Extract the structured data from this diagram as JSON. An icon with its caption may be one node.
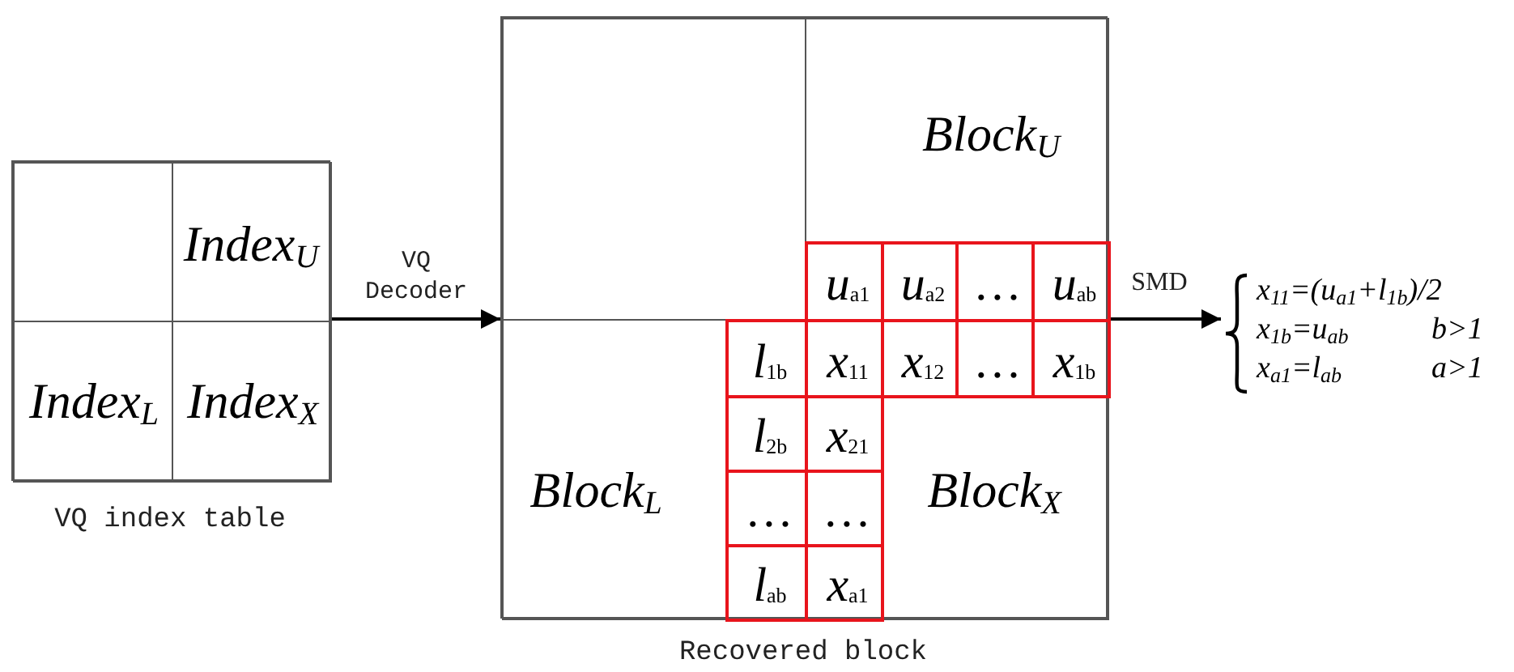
{
  "diagram": {
    "nodes": [
      {
        "text": [],
        "shape": "box",
        "beside": [
          "VQ index table"
        ]
      },
      {
        "text": [],
        "shape": "box",
        "in": 0
      },
      {
        "text": [
          "Index$_{U}$"
        ],
        "in": 0
      },
      {
        "text": [
          "Index$_{L}$"
        ],
        "in": 0
      },
      {
        "text": [
          "Index$_{X}$"
        ],
        "in": 0
      },
      {
        "text": [],
        "shape": "box",
        "beside": [
          "Recovered block"
        ]
      },
      {
        "text": [],
        "shape": "box",
        "in": 5
      },
      {
        "text": [
          "Block$_{U}$"
        ],
        "in": 5
      },
      {
        "text": [
          "u$_{a1}$"
        ],
        "in": 7
      },
      {
        "text": [
          "u$_{a2}$"
        ],
        "in": 7
      },
      {
        "text": [
          "…"
        ],
        "in": 7
      },
      {
        "text": [
          "u$_{ab}$"
        ],
        "in": 7
      },
      {
        "text": [
          "Block$_{L}$"
        ],
        "in": 5
      },
      {
        "text": [
          "l$_{1b}$"
        ],
        "in": 12
      },
      {
        "text": [
          "l$_{2b}$"
        ],
        "in": 12
      },
      {
        "text": [
          "…"
        ],
        "in": 12
      },
      {
        "text": [
          "l$_{ab}$"
        ],
        "in": 12
      },
      {
        "text": [
          "Block$_{X}$"
        ],
        "in": 5
      },
      {
        "text": [
          "x$_{11}$"
        ],
        "in": 17
      },
      {
        "text": [
          "x$_{12}$"
        ],
        "in": 17
      },
      {
        "text": [
          "…"
        ],
        "in": 17
      },
      {
        "text": [
          "x$_{1b}$"
        ],
        "in": 17
      },
      {
        "text": [
          "x$_{21}$"
        ],
        "in": 17
      },
      {
        "text": [
          "…"
        ],
        "in": 17
      },
      {
        "text": [
          "x$_{a1}$"
        ],
        "in": 17
      },
      {
        "text": [
          "x$_{11}$=(u$_{a1}$+l$_{1b}$)/2",
          "x$_{1b}$=u$_{ab}$",
          "b>1",
          "x$_{a1}$=l$_{ab}$",
          "a>1"
        ]
      }
    ],
    "edges": [
      {
        "from": 0,
        "to": 5,
        "arrow": "to",
        "label": "VQ Decoder"
      },
      {
        "from": 5,
        "to": 25,
        "arrow": "to",
        "label": "SMD"
      }
    ]
  }
}
